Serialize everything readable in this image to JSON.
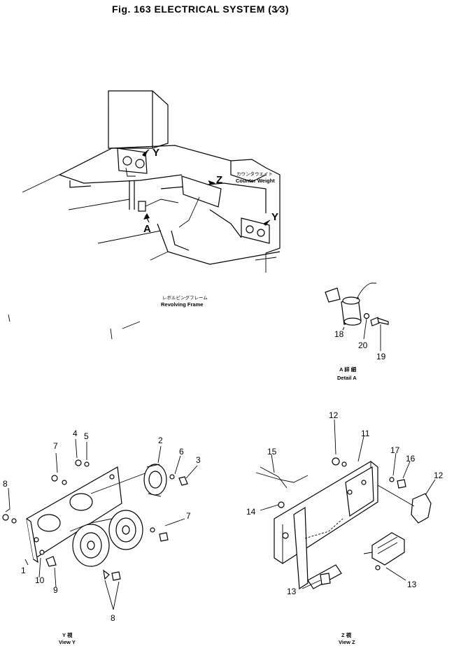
{
  "title": "Fig. 163   ELECTRICAL SYSTEM (3⁄3)",
  "overview": {
    "counterweight_jp": "カウンタウエイト",
    "counterweight_en": "Counter Weight",
    "frame_jp": "レボルビングフレーム",
    "frame_en": "Revolving Frame",
    "arrow_labels": {
      "y1": "Y",
      "z": "Z",
      "y2": "Y",
      "a": "A"
    }
  },
  "detail_a": {
    "caption_jp": "A  詳  細",
    "caption_en": "Detail  A",
    "part_numbers": [
      "18",
      "20",
      "19"
    ]
  },
  "view_y": {
    "caption_jp": "Y  視",
    "caption_en": "View  Y",
    "part_numbers": [
      "1",
      "2",
      "3",
      "4",
      "5",
      "6",
      "7",
      "7",
      "8",
      "8",
      "9",
      "10"
    ]
  },
  "view_z": {
    "caption_jp": "Z  視",
    "caption_en": "View  Z",
    "part_numbers": [
      "11",
      "12",
      "12",
      "13",
      "13",
      "14",
      "15",
      "16",
      "17"
    ]
  }
}
